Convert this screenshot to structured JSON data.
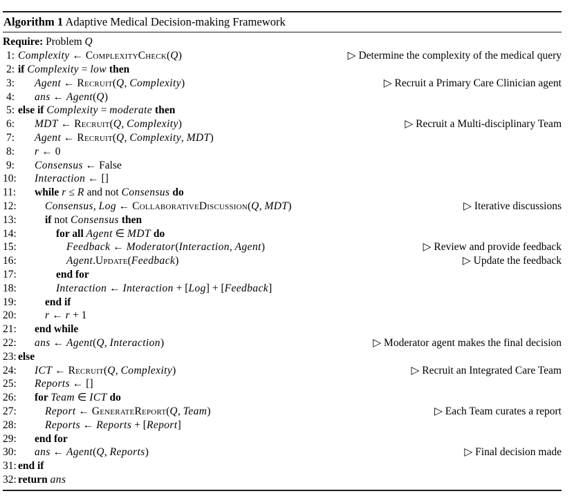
{
  "title": {
    "label": "Algorithm 1",
    "text": " Adaptive Medical Decision-making Framework"
  },
  "require": {
    "label": "Require:",
    "segments": [
      [
        "tx",
        " Problem "
      ],
      [
        "vr",
        "Q"
      ]
    ]
  },
  "comment_marker": "▷",
  "lines": [
    {
      "n": "1:",
      "indent": 0,
      "s": [
        [
          "vr",
          "Complexity"
        ],
        [
          "tx",
          " ← "
        ],
        [
          "fn",
          "ComplexityCheck"
        ],
        [
          "tx",
          "("
        ],
        [
          "vr",
          "Q"
        ],
        [
          "tx",
          ")"
        ]
      ],
      "c": "Determine the complexity of the medical query"
    },
    {
      "n": "2:",
      "indent": 0,
      "s": [
        [
          "kw",
          "if "
        ],
        [
          "vr",
          "Complexity"
        ],
        [
          "tx",
          " = "
        ],
        [
          "vr",
          "low"
        ],
        [
          "kw",
          " then"
        ]
      ]
    },
    {
      "n": "3:",
      "indent": 1,
      "s": [
        [
          "vr",
          "Agent"
        ],
        [
          "tx",
          " ← "
        ],
        [
          "fn",
          "Recruit"
        ],
        [
          "tx",
          "("
        ],
        [
          "vr",
          "Q"
        ],
        [
          "tx",
          ", "
        ],
        [
          "vr",
          "Complexity"
        ],
        [
          "tx",
          ")"
        ]
      ],
      "c": "Recruit a Primary Care Clinician agent"
    },
    {
      "n": "4:",
      "indent": 1,
      "s": [
        [
          "vr",
          "ans"
        ],
        [
          "tx",
          " ← "
        ],
        [
          "vr",
          "Agent"
        ],
        [
          "tx",
          "("
        ],
        [
          "vr",
          "Q"
        ],
        [
          "tx",
          ")"
        ]
      ]
    },
    {
      "n": "5:",
      "indent": 0,
      "s": [
        [
          "kw",
          "else if "
        ],
        [
          "vr",
          "Complexity"
        ],
        [
          "tx",
          " = "
        ],
        [
          "vr",
          "moderate"
        ],
        [
          "kw",
          " then"
        ]
      ]
    },
    {
      "n": "6:",
      "indent": 1,
      "s": [
        [
          "vr",
          "MDT"
        ],
        [
          "tx",
          " ← "
        ],
        [
          "fn",
          "Recruit"
        ],
        [
          "tx",
          "("
        ],
        [
          "vr",
          "Q"
        ],
        [
          "tx",
          ", "
        ],
        [
          "vr",
          "Complexity"
        ],
        [
          "tx",
          ")"
        ]
      ],
      "c": "Recruit a Multi-disciplinary Team"
    },
    {
      "n": "7:",
      "indent": 1,
      "s": [
        [
          "vr",
          "Agent"
        ],
        [
          "tx",
          " ← "
        ],
        [
          "fn",
          "Recruit"
        ],
        [
          "tx",
          "("
        ],
        [
          "vr",
          "Q"
        ],
        [
          "tx",
          ", "
        ],
        [
          "vr",
          "Complexity"
        ],
        [
          "tx",
          ", "
        ],
        [
          "vr",
          "MDT"
        ],
        [
          "tx",
          ")"
        ]
      ]
    },
    {
      "n": "8:",
      "indent": 1,
      "s": [
        [
          "vr",
          "r"
        ],
        [
          "tx",
          " ← 0"
        ]
      ]
    },
    {
      "n": "9:",
      "indent": 1,
      "s": [
        [
          "vr",
          "Consensus"
        ],
        [
          "tx",
          " ← False"
        ]
      ]
    },
    {
      "n": "10:",
      "indent": 1,
      "s": [
        [
          "vr",
          "Interaction"
        ],
        [
          "tx",
          " ← []"
        ]
      ]
    },
    {
      "n": "11:",
      "indent": 1,
      "s": [
        [
          "kw",
          "while "
        ],
        [
          "vr",
          "r"
        ],
        [
          "tx",
          " ≤ "
        ],
        [
          "vr",
          "R"
        ],
        [
          "tx",
          " and not "
        ],
        [
          "vr",
          "Consensus"
        ],
        [
          "kw",
          " do"
        ]
      ]
    },
    {
      "n": "12:",
      "indent": 2,
      "s": [
        [
          "vr",
          "Consensus"
        ],
        [
          "tx",
          ", "
        ],
        [
          "vr",
          "Log"
        ],
        [
          "tx",
          " ← "
        ],
        [
          "fn",
          "CollaborativeDiscussion"
        ],
        [
          "tx",
          "("
        ],
        [
          "vr",
          "Q"
        ],
        [
          "tx",
          ", "
        ],
        [
          "vr",
          "MDT"
        ],
        [
          "tx",
          ")"
        ]
      ],
      "c": "Iterative discussions"
    },
    {
      "n": "13:",
      "indent": 2,
      "s": [
        [
          "kw",
          "if"
        ],
        [
          "tx",
          " not "
        ],
        [
          "vr",
          "Consensus"
        ],
        [
          "kw",
          " then"
        ]
      ]
    },
    {
      "n": "14:",
      "indent": 3,
      "s": [
        [
          "kw",
          "for all "
        ],
        [
          "vr",
          "Agent"
        ],
        [
          "tx",
          " ∈ "
        ],
        [
          "vr",
          "MDT"
        ],
        [
          "kw",
          " do"
        ]
      ]
    },
    {
      "n": "15:",
      "indent": 4,
      "s": [
        [
          "vr",
          "Feedback"
        ],
        [
          "tx",
          " ← "
        ],
        [
          "vr",
          "Moderator"
        ],
        [
          "tx",
          "("
        ],
        [
          "vr",
          "Interaction"
        ],
        [
          "tx",
          ", "
        ],
        [
          "vr",
          "Agent"
        ],
        [
          "tx",
          ")"
        ]
      ],
      "c": "Review and provide feedback"
    },
    {
      "n": "16:",
      "indent": 4,
      "s": [
        [
          "vr",
          "Agent"
        ],
        [
          "tx",
          "."
        ],
        [
          "fn",
          "Update"
        ],
        [
          "tx",
          "("
        ],
        [
          "vr",
          "Feedback"
        ],
        [
          "tx",
          ")"
        ]
      ],
      "c": "Update the feedback"
    },
    {
      "n": "17:",
      "indent": 3,
      "s": [
        [
          "kw",
          "end for"
        ]
      ]
    },
    {
      "n": "18:",
      "indent": 3,
      "s": [
        [
          "vr",
          "Interaction"
        ],
        [
          "tx",
          " ← "
        ],
        [
          "vr",
          "Interaction"
        ],
        [
          "tx",
          " + ["
        ],
        [
          "vr",
          "Log"
        ],
        [
          "tx",
          "] + ["
        ],
        [
          "vr",
          "Feedback"
        ],
        [
          "tx",
          "]"
        ]
      ]
    },
    {
      "n": "19:",
      "indent": 2,
      "s": [
        [
          "kw",
          "end if"
        ]
      ]
    },
    {
      "n": "20:",
      "indent": 2,
      "s": [
        [
          "vr",
          "r"
        ],
        [
          "tx",
          " ← "
        ],
        [
          "vr",
          "r"
        ],
        [
          "tx",
          " + 1"
        ]
      ]
    },
    {
      "n": "21:",
      "indent": 1,
      "s": [
        [
          "kw",
          "end while"
        ]
      ]
    },
    {
      "n": "22:",
      "indent": 1,
      "s": [
        [
          "vr",
          "ans"
        ],
        [
          "tx",
          " ← "
        ],
        [
          "vr",
          "Agent"
        ],
        [
          "tx",
          "("
        ],
        [
          "vr",
          "Q"
        ],
        [
          "tx",
          ", "
        ],
        [
          "vr",
          "Interaction"
        ],
        [
          "tx",
          ")"
        ]
      ],
      "c": "Moderator agent makes the final decision"
    },
    {
      "n": "23:",
      "indent": 0,
      "s": [
        [
          "kw",
          "else"
        ]
      ]
    },
    {
      "n": "24:",
      "indent": 1,
      "s": [
        [
          "vr",
          "ICT"
        ],
        [
          "tx",
          " ← "
        ],
        [
          "fn",
          "Recruit"
        ],
        [
          "tx",
          "("
        ],
        [
          "vr",
          "Q"
        ],
        [
          "tx",
          ", "
        ],
        [
          "vr",
          "Complexity"
        ],
        [
          "tx",
          ")"
        ]
      ],
      "c": "Recruit an Integrated Care Team"
    },
    {
      "n": "25:",
      "indent": 1,
      "s": [
        [
          "vr",
          "Reports"
        ],
        [
          "tx",
          " ← []"
        ]
      ]
    },
    {
      "n": "26:",
      "indent": 1,
      "s": [
        [
          "kw",
          "for "
        ],
        [
          "vr",
          "Team"
        ],
        [
          "tx",
          " ∈ "
        ],
        [
          "vr",
          "ICT"
        ],
        [
          "kw",
          " do"
        ]
      ]
    },
    {
      "n": "27:",
      "indent": 2,
      "s": [
        [
          "vr",
          "Report"
        ],
        [
          "tx",
          " ← "
        ],
        [
          "fn",
          "GenerateReport"
        ],
        [
          "tx",
          "("
        ],
        [
          "vr",
          "Q"
        ],
        [
          "tx",
          ", "
        ],
        [
          "vr",
          "Team"
        ],
        [
          "tx",
          ")"
        ]
      ],
      "c": "Each Team curates a report"
    },
    {
      "n": "28:",
      "indent": 2,
      "s": [
        [
          "vr",
          "Reports"
        ],
        [
          "tx",
          " ← "
        ],
        [
          "vr",
          "Reports"
        ],
        [
          "tx",
          " + ["
        ],
        [
          "vr",
          "Report"
        ],
        [
          "tx",
          "]"
        ]
      ]
    },
    {
      "n": "29:",
      "indent": 1,
      "s": [
        [
          "kw",
          "end for"
        ]
      ]
    },
    {
      "n": "30:",
      "indent": 1,
      "s": [
        [
          "vr",
          "ans"
        ],
        [
          "tx",
          " ← "
        ],
        [
          "vr",
          "Agent"
        ],
        [
          "tx",
          "("
        ],
        [
          "vr",
          "Q"
        ],
        [
          "tx",
          ", "
        ],
        [
          "vr",
          "Reports"
        ],
        [
          "tx",
          ")"
        ]
      ],
      "c": "Final decision made"
    },
    {
      "n": "31:",
      "indent": 0,
      "s": [
        [
          "kw",
          "end if"
        ]
      ]
    },
    {
      "n": "32:",
      "indent": 0,
      "s": [
        [
          "kw",
          "return "
        ],
        [
          "vr",
          "ans"
        ]
      ]
    }
  ]
}
